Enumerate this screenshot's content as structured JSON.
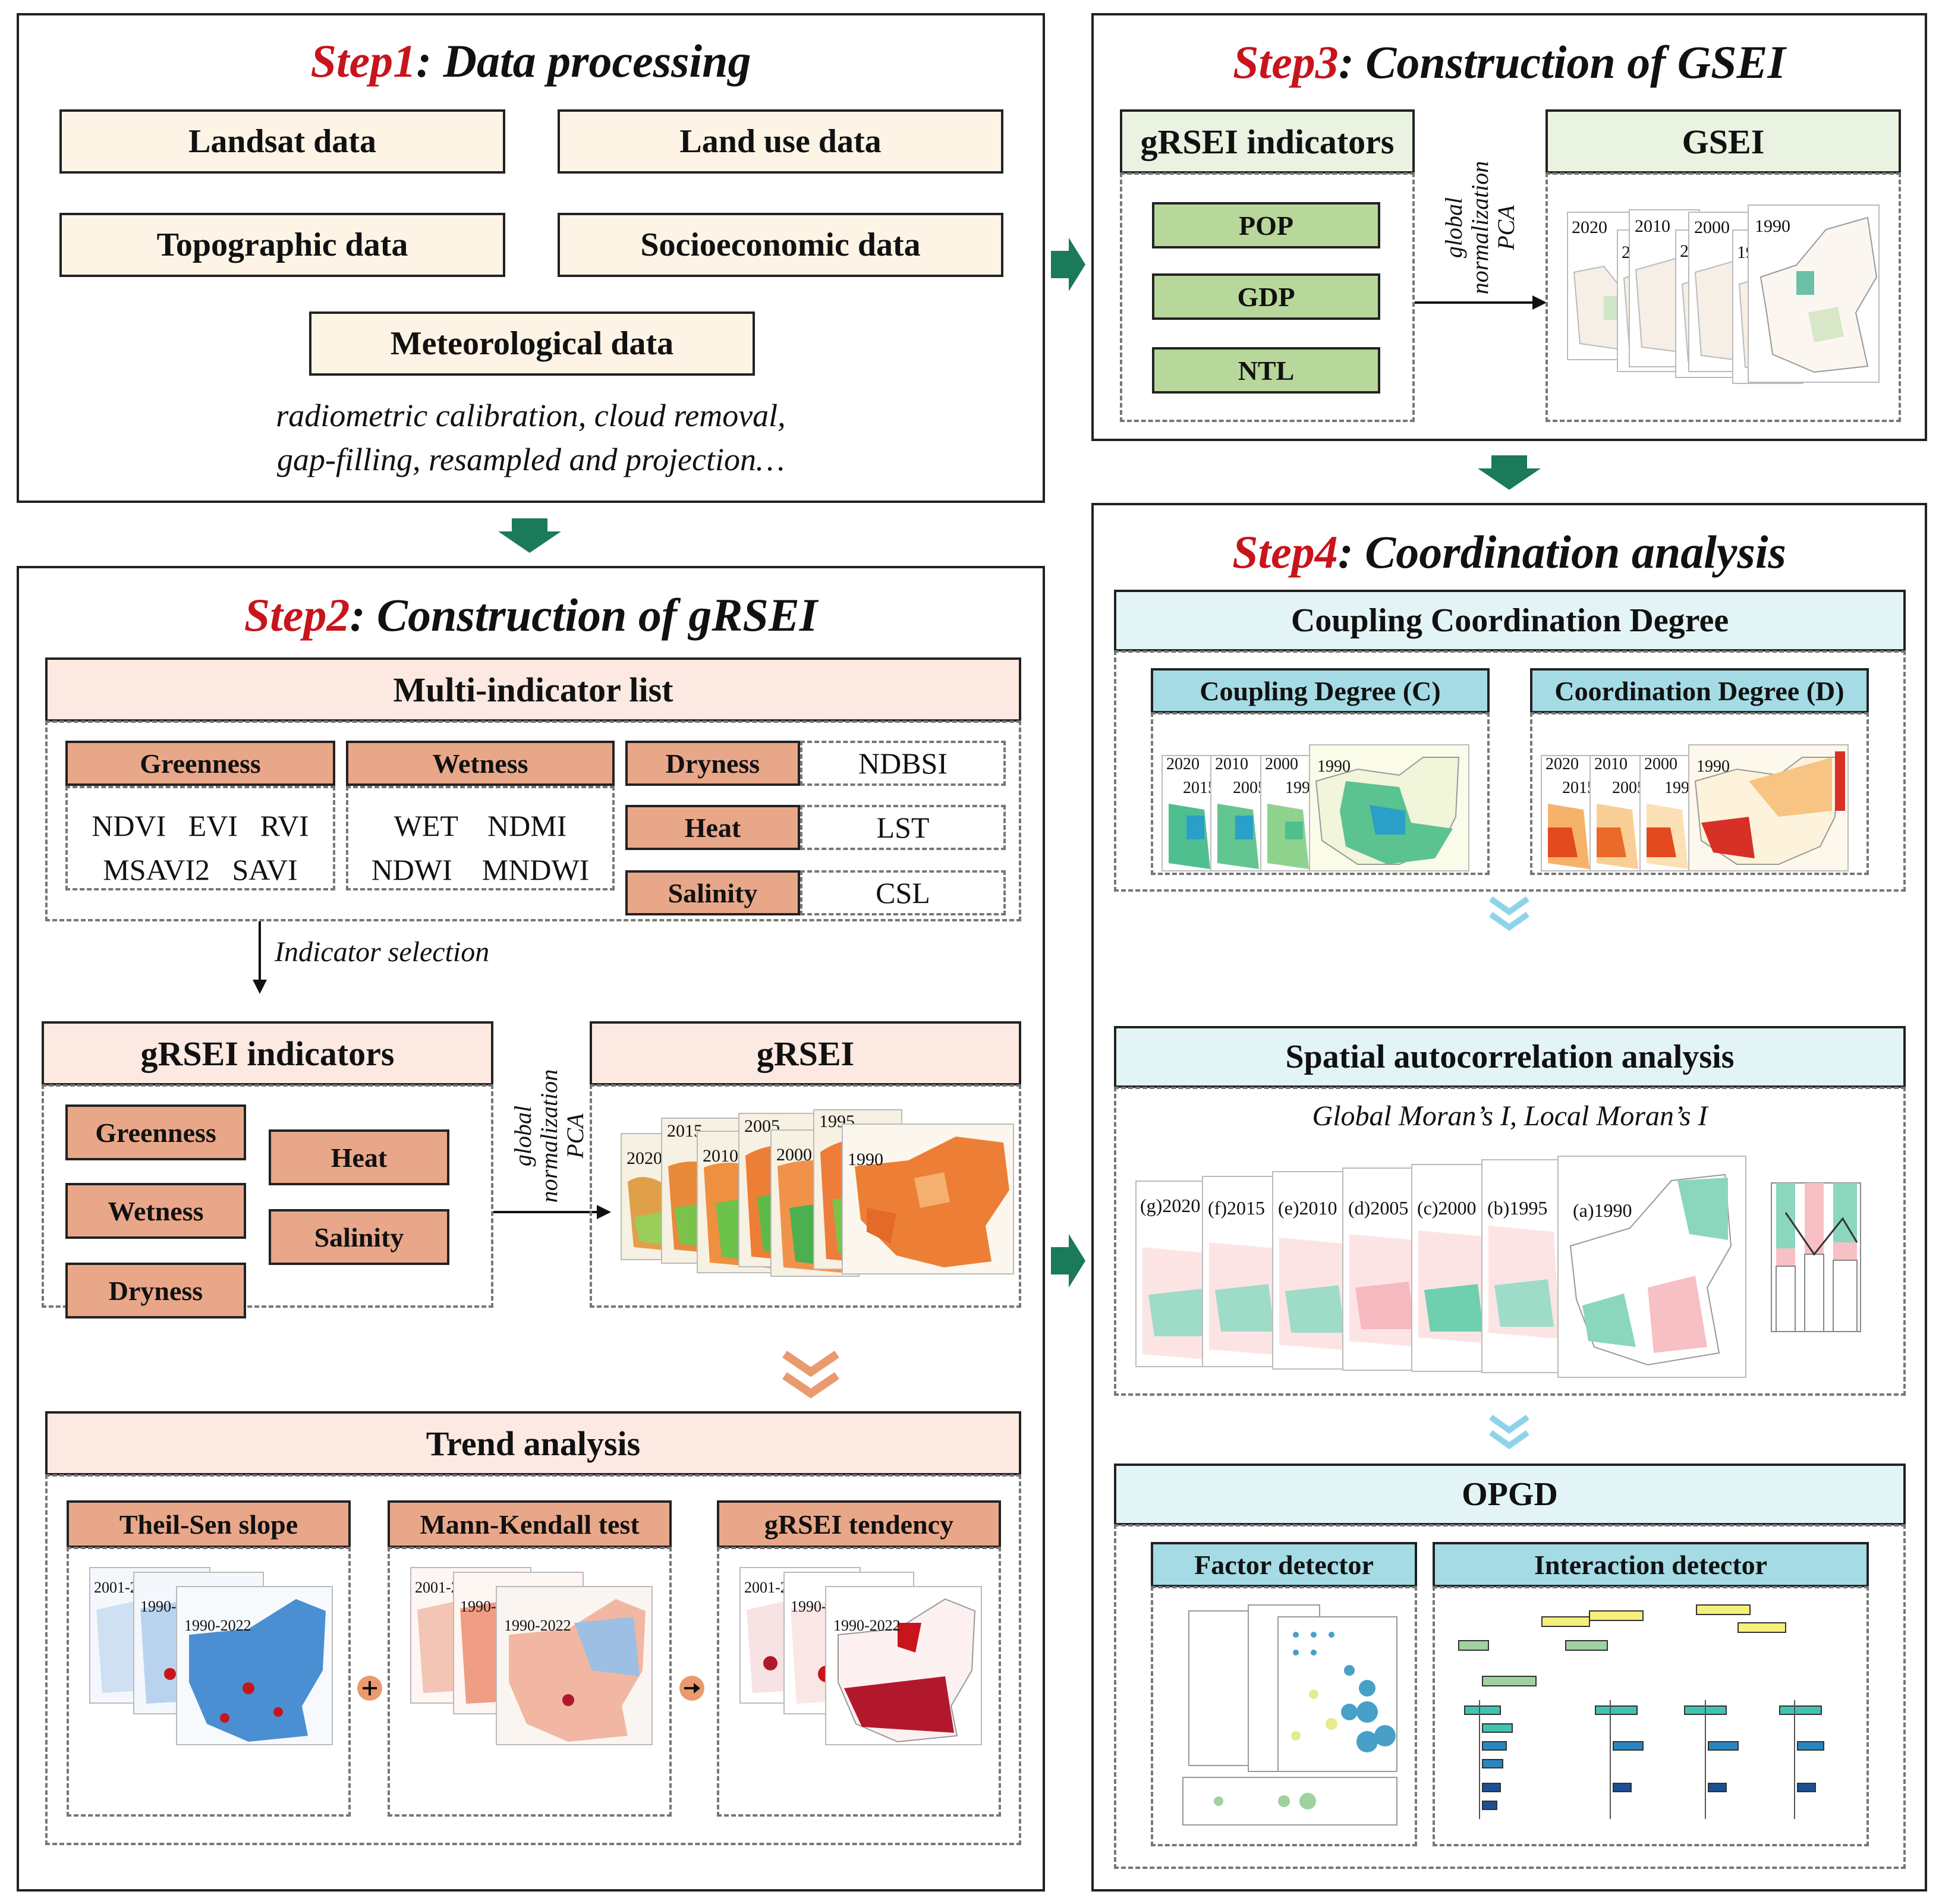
{
  "step1": {
    "step": "Step1",
    "title": ": Data processing",
    "data_items": [
      "Landsat data",
      "Land use data",
      "Topographic data",
      "Socioeconomic data",
      "Meteorological data"
    ],
    "note_line1": "radiometric calibration, cloud removal,",
    "note_line2": "gap-filling, resampled and projection…"
  },
  "step2": {
    "step": "Step2",
    "title": ": Construction of gRSEI",
    "multi_header": "Multi-indicator list",
    "greenness": {
      "label": "Greenness",
      "line1": "NDVI   EVI   RVI",
      "line2": "MSAVI2   SAVI"
    },
    "wetness": {
      "label": "Wetness",
      "line1": "WET    NDMI",
      "line2": "NDWI    MNDWI"
    },
    "dryness": {
      "label": "Dryness",
      "value": "NDBSI"
    },
    "heat": {
      "label": "Heat",
      "value": "LST"
    },
    "salinity": {
      "label": "Salinity",
      "value": "CSL"
    },
    "selection_label": "Indicator selection",
    "indicators_header": "gRSEI indicators",
    "indicators": [
      "Greenness",
      "Heat",
      "Wetness",
      "Salinity",
      "Dryness"
    ],
    "arrow_label": [
      "global",
      "normalization",
      "PCA"
    ],
    "grsei_header": "gRSEI",
    "years": [
      "2020",
      "2015",
      "2010",
      "2005",
      "2000",
      "1995",
      "1990"
    ],
    "trend_header": "Trend analysis",
    "trend_items": [
      "Theil-Sen slope",
      "Mann-Kendall test",
      "gRSEI tendency"
    ],
    "periods": [
      "2001-2022",
      "1990-2000",
      "1990-2022"
    ]
  },
  "step3": {
    "step": "Step3",
    "title": ": Construction of GSEI",
    "indicators_header": "gRSEI indicators",
    "indicators": [
      "POP",
      "GDP",
      "NTL"
    ],
    "arrow_label": [
      "global",
      "normalization",
      "PCA"
    ],
    "gsei_header": "GSEI",
    "years": [
      "2020",
      "2015",
      "2010",
      "2005",
      "2000",
      "1995",
      "1990"
    ]
  },
  "step4": {
    "step": "Step4",
    "title": ": Coordination analysis",
    "ccd_header": "Coupling Coordination Degree",
    "coupling": "Coupling Degree (C)",
    "coordination": "Coordination Degree (D)",
    "years": [
      "2020",
      "2010",
      "2000",
      "1990",
      "2015",
      "2005",
      "1995"
    ],
    "spatial_header": "Spatial autocorrelation analysis",
    "moran": "Global Moran’s I, Local Moran’s I",
    "moran_years": [
      "(g)2020",
      "(f)2015",
      "(e)2010",
      "(d)2005",
      "(c)2000",
      "(b)1995",
      "(a)1990"
    ],
    "opgd_header": "OPGD",
    "factor": "Factor detector",
    "interaction": "Interaction detector"
  },
  "colors": {
    "step_red": "#c8141c",
    "arrow_green": "#1a7a5a",
    "salmon": "#e9a789",
    "light_pink": "#fbe9e2",
    "green_box": "#b8d79a",
    "turquoise": "#a5dbe5",
    "light_cyan": "#e3f4f7"
  }
}
